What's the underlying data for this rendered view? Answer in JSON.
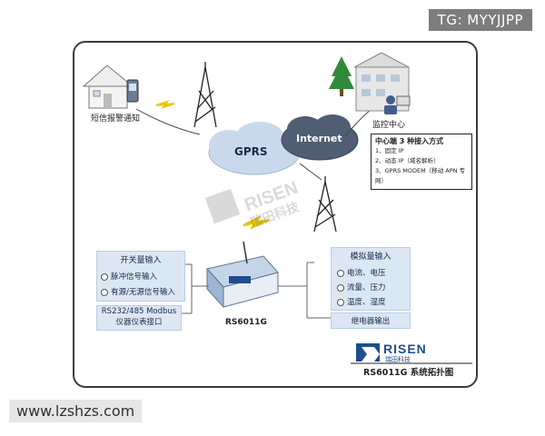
{
  "watermark_tg": "TG: MYYJJPP",
  "watermark_url": "www.lzshzs.com",
  "labels": {
    "sms": "短信报警通知",
    "gprs": "GPRS",
    "internet": "Internet",
    "monitor": "监控中心",
    "device": "RS6011G"
  },
  "center_box": {
    "title": "中心端 3 种接入方式",
    "items": [
      "1、固定 IP",
      "2、动态 IP（域名解析）",
      "3、GPRS MODEM（移动 APN 专网）"
    ]
  },
  "left_panel": {
    "title": "开关量输入",
    "items": [
      "脉冲信号输入",
      "有源/无源信号输入"
    ],
    "rs_line1": "RS232/485 Modbus",
    "rs_line2": "仪器仪表接口"
  },
  "right_panel": {
    "title": "模拟量输入",
    "items": [
      "电流、电压",
      "流量、压力",
      "温度、湿度"
    ],
    "relay": "继电器输出"
  },
  "logo": {
    "word": "RISEN",
    "chinese": "瑞田科技"
  },
  "caption": "RS6011G 系统拓扑图",
  "colors": {
    "cloud": "#c9d9ec",
    "panel": "#dce7f4",
    "logo": "#1f4e8c"
  }
}
